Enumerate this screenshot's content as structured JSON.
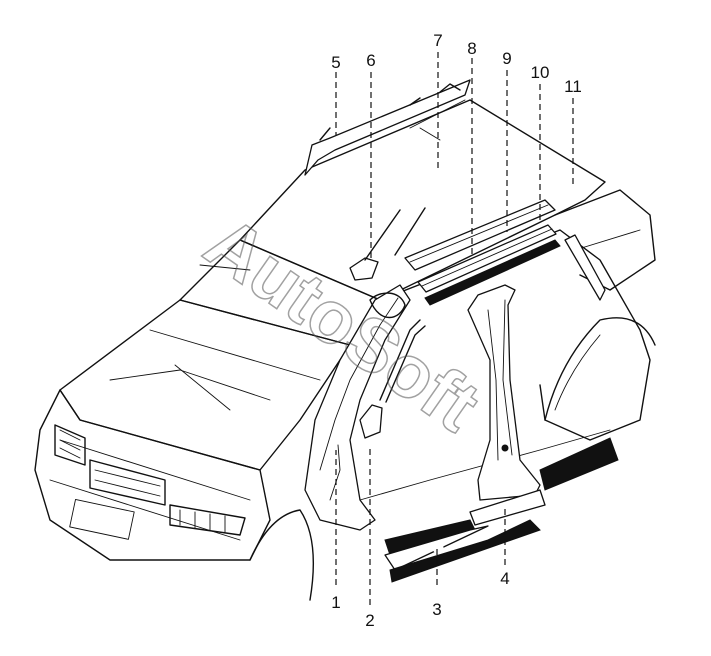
{
  "diagram": {
    "watermark": "AutoSoft",
    "callouts": [
      {
        "id": "c1",
        "label": "1"
      },
      {
        "id": "c2",
        "label": "2"
      },
      {
        "id": "c3",
        "label": "3"
      },
      {
        "id": "c4",
        "label": "4"
      },
      {
        "id": "c5",
        "label": "5"
      },
      {
        "id": "c6",
        "label": "6"
      },
      {
        "id": "c7",
        "label": "7"
      },
      {
        "id": "c8",
        "label": "8"
      },
      {
        "id": "c9",
        "label": "9"
      },
      {
        "id": "c10",
        "label": "10"
      },
      {
        "id": "c11",
        "label": "11"
      }
    ]
  }
}
